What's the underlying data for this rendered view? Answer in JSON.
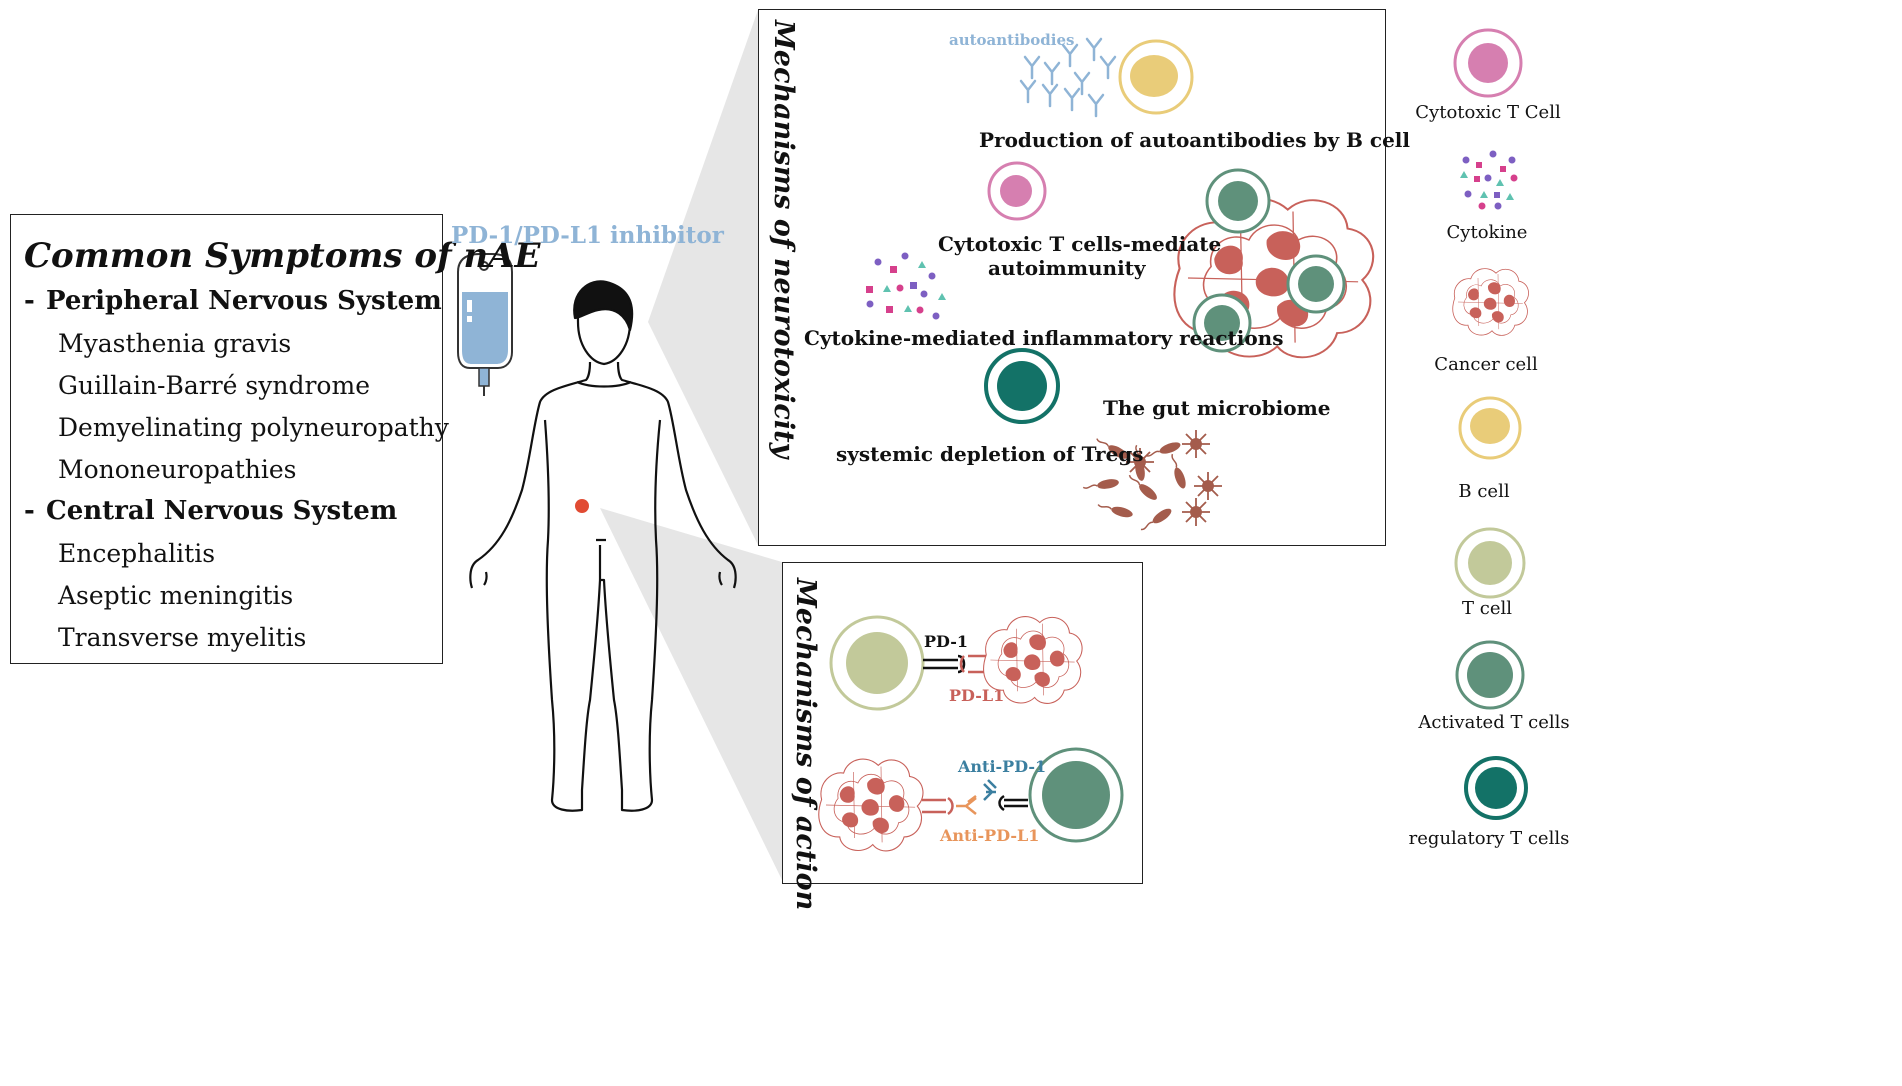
{
  "symptoms": {
    "title": "Common Symptoms of nAE",
    "peripheral": {
      "heading": "Peripheral Nervous System",
      "items": [
        "Myasthenia gravis",
        "Guillain-Barré syndrome",
        "Demyelinating polyneuropathy",
        "Mononeuropathies"
      ]
    },
    "central": {
      "heading": "Central Nervous System",
      "items": [
        "Encephalitis",
        "Aseptic meningitis",
        "Transverse myelitis"
      ]
    },
    "bullet": "-"
  },
  "inhibitor_label": "PD-1/PD-L1 inhibitor",
  "neurotoxicity": {
    "title": "Mechanisms of neurotoxicity",
    "autoantibodies_label": "autoantibodies",
    "b_cell_caption": "Production of autoantibodies by B cell",
    "t_cell_caption_1": "Cytotoxic T cells-mediate",
    "t_cell_caption_2": "autoimmunity",
    "cytokine_caption": "Cytokine-mediated inflammatory reactions",
    "treg_caption": "systemic depletion of  Tregs",
    "microbiome_caption": "The gut microbiome"
  },
  "action": {
    "title": "Mechanisms of action",
    "pd1": "PD-1",
    "pdl1": "PD-L1",
    "anti_pd1": "Anti-PD-1",
    "anti_pdl1": "Anti-PD-L1"
  },
  "legend": [
    {
      "label": "Cytotoxic T Cell",
      "icon": "cytotoxic-t-cell-icon"
    },
    {
      "label": "Cytokine",
      "icon": "cytokine-icon"
    },
    {
      "label": "Cancer cell",
      "icon": "cancer-cell-icon"
    },
    {
      "label": "B cell",
      "icon": "b-cell-icon"
    },
    {
      "label": "T cell",
      "icon": "t-cell-icon"
    },
    {
      "label": "Activated T cells",
      "icon": "activated-t-cell-icon"
    },
    {
      "label": "regulatory T cells",
      "icon": "regulatory-t-cell-icon"
    }
  ],
  "colors": {
    "inhibitor_blue": "#8fb4d6",
    "cytotoxic_pink": "#d67fb0",
    "b_cell_yellow": "#e9cc79",
    "t_cell_green": "#c2c99a",
    "activated_green": "#5f917b",
    "treg_teal": "#137267",
    "cancer_red": "#c8615a",
    "anti_pdl1_orange": "#e8955b",
    "anti_pd1_blue": "#3b7fa0",
    "tumor_dot": "#e14b33"
  }
}
